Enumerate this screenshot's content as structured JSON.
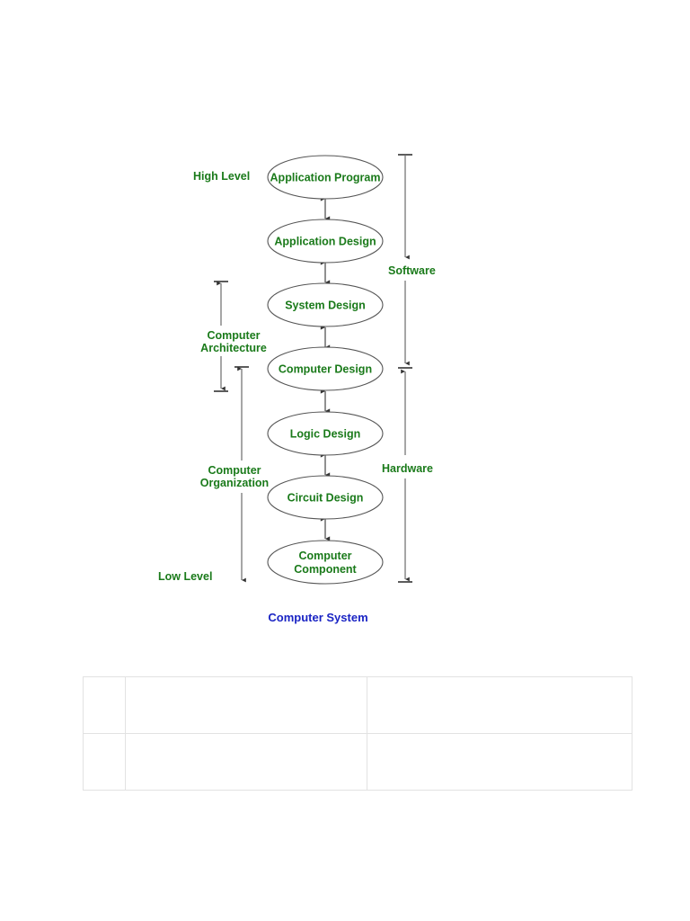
{
  "figure": {
    "caption": "Computer System",
    "caption_color": "#1a24c4",
    "node_text_color": "#1a7a1a",
    "node_outline_color": "#555555",
    "nodes": [
      {
        "id": "application-program",
        "label": "Application Program",
        "label_lines": [
          "Application Program"
        ]
      },
      {
        "id": "application-design",
        "label": "Application Design",
        "label_lines": [
          "Application Design"
        ]
      },
      {
        "id": "system-design",
        "label": "System Design",
        "label_lines": [
          "System Design"
        ]
      },
      {
        "id": "computer-design",
        "label": "Computer Design",
        "label_lines": [
          "Computer Design"
        ]
      },
      {
        "id": "logic-design",
        "label": "Logic Design",
        "label_lines": [
          "Logic Design"
        ]
      },
      {
        "id": "circuit-design",
        "label": "Circuit Design",
        "label_lines": [
          "Circuit Design"
        ]
      },
      {
        "id": "computer-component",
        "label": "Computer Component",
        "label_lines": [
          "Computer",
          "Component"
        ]
      }
    ],
    "level_markers": {
      "high": "High Level",
      "low": "Low Level"
    },
    "left_brackets": [
      {
        "id": "computer-architecture",
        "label_lines": [
          "Computer",
          "Architecture"
        ]
      },
      {
        "id": "computer-organization",
        "label_lines": [
          "Computer",
          "Organization"
        ]
      }
    ],
    "right_brackets": [
      {
        "id": "software",
        "label": "Software"
      },
      {
        "id": "hardware",
        "label": "Hardware"
      }
    ]
  },
  "table": {
    "rows": [
      {
        "cells": [
          "",
          "",
          ""
        ]
      },
      {
        "cells": [
          "",
          "",
          ""
        ]
      }
    ]
  }
}
